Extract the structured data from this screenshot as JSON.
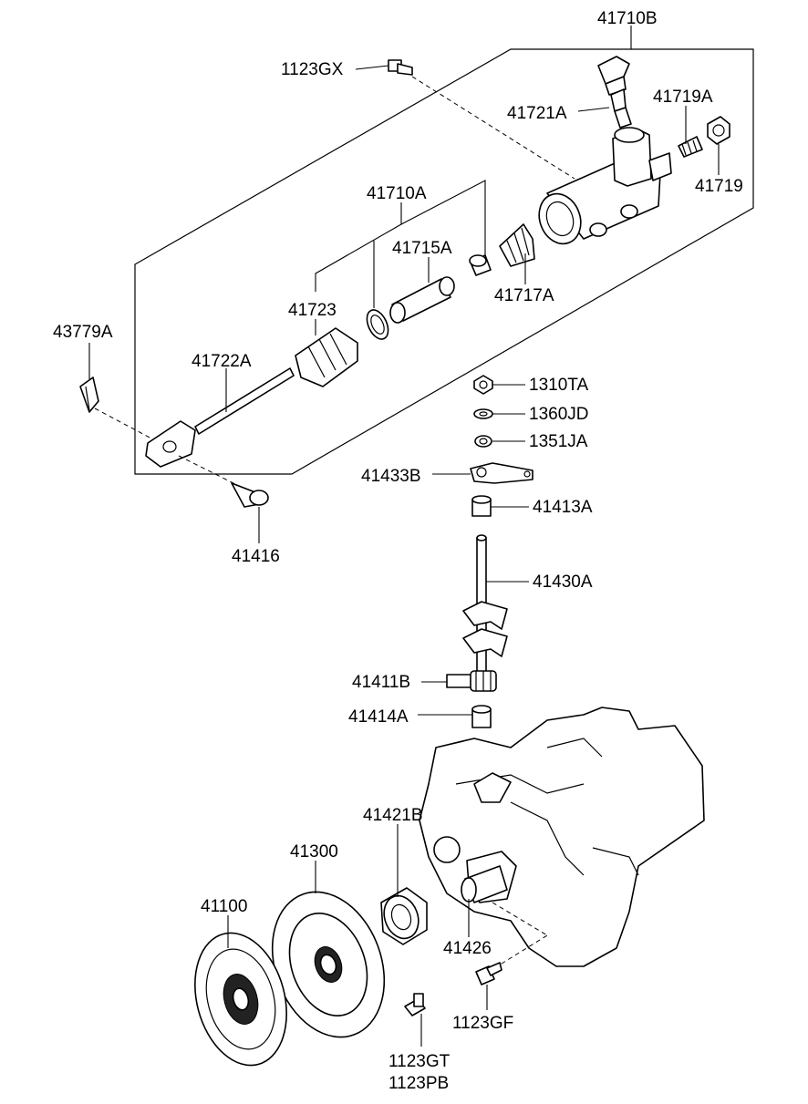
{
  "labels": {
    "p41710B": "41710B",
    "p1123GX": "1123GX",
    "p41721A": "41721A",
    "p41719A": "41719A",
    "p41719": "41719",
    "p41710A": "41710A",
    "p41715A": "41715A",
    "p41717A": "41717A",
    "p41723": "41723",
    "p43779A": "43779A",
    "p41722A": "41722A",
    "p41416": "41416",
    "p1310TA": "1310TA",
    "p1360JD": "1360JD",
    "p1351JA": "1351JA",
    "p41433B": "41433B",
    "p41413A": "41413A",
    "p41430A": "41430A",
    "p41411B": "41411B",
    "p41414A": "41414A",
    "p41421B": "41421B",
    "p41300": "41300",
    "p41100": "41100",
    "p41426": "41426",
    "p1123GF": "1123GF",
    "p1123GT": "1123GT",
    "p1123PB": "1123PB"
  }
}
